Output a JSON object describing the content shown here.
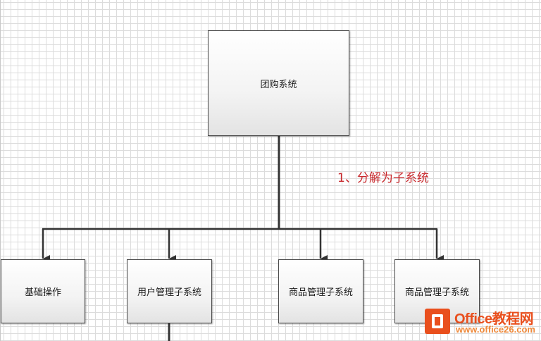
{
  "diagram": {
    "root": {
      "label": "团购系统"
    },
    "children": [
      {
        "label": "基础操作"
      },
      {
        "label": "用户管理子系统"
      },
      {
        "label": "商品管理子系统"
      },
      {
        "label": "商品管理子系统"
      }
    ],
    "annotation": "1、分解为子系统"
  },
  "watermark": {
    "name": "Office教程网",
    "url": "www.office26.com"
  },
  "colors": {
    "connector": "#333333",
    "annotation": "#c8282c",
    "logo": "#e94f1d"
  }
}
